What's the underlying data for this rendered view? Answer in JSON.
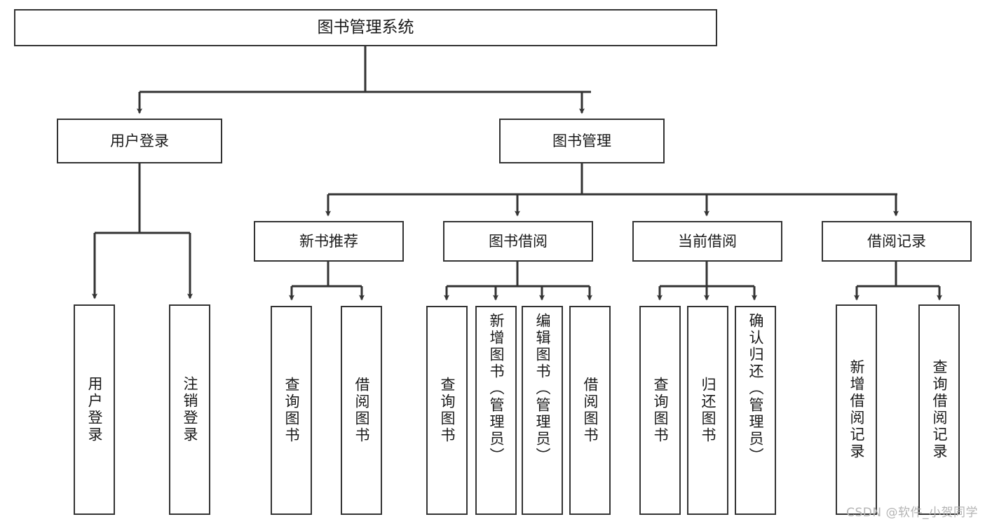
{
  "diagram": {
    "type": "tree-hierarchy-chart",
    "title": "图书管理系统",
    "watermark": "CSDN @软件_小贺同学",
    "colors": {
      "box_border": "#333333",
      "box_fill": "#ffffff",
      "connector": "#333333",
      "text": "#1a1a1a",
      "watermark": "#b4b4b4",
      "background": "#ffffff"
    },
    "root": {
      "label": "图书管理系统"
    },
    "level2": [
      {
        "label": "用户登录"
      },
      {
        "label": "图书管理"
      }
    ],
    "level3": [
      {
        "label": "新书推荐"
      },
      {
        "label": "图书借阅"
      },
      {
        "label": "当前借阅"
      },
      {
        "label": "借阅记录"
      }
    ],
    "leaves": {
      "user_login": [
        {
          "label": "用户登录"
        },
        {
          "label": "注销登录"
        }
      ],
      "new_book_recommend": [
        {
          "label": "查询图书"
        },
        {
          "label": "借阅图书"
        }
      ],
      "book_borrow": [
        {
          "label": "查询图书"
        },
        {
          "label": "新增图书（管理员）"
        },
        {
          "label": "编辑图书（管理员）"
        },
        {
          "label": "借阅图书"
        }
      ],
      "current_borrow": [
        {
          "label": "查询图书"
        },
        {
          "label": "归还图书"
        },
        {
          "label": "确认归还（管理员）"
        }
      ],
      "borrow_record": [
        {
          "label": "新增借阅记录"
        },
        {
          "label": "查询借阅记录"
        }
      ]
    }
  }
}
